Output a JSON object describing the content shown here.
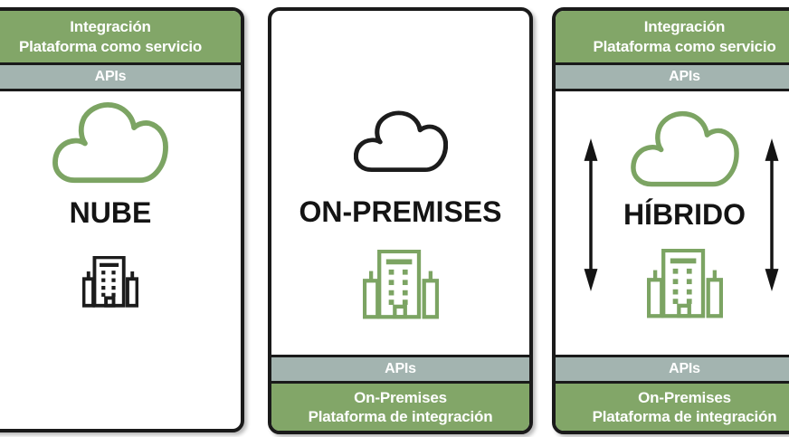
{
  "labels": {
    "integration_header": {
      "line1": "Integración",
      "line2": "Plataforma como servicio"
    },
    "apis": "APIs",
    "on_premises_footer": {
      "line1": "On-Premises",
      "line2": "Plataforma de integración"
    }
  },
  "cards": [
    {
      "id": "nube",
      "title": "NUBE"
    },
    {
      "id": "on_premises",
      "title": "ON-PREMISES"
    },
    {
      "id": "hibrido",
      "title": "HÍBRIDO"
    }
  ],
  "icons": {
    "cloud": "cloud-icon",
    "building": "office-building-icon",
    "double_arrow": "vertical-double-arrow-icon"
  },
  "colors": {
    "header_green": "#82a668",
    "apis_gray": "#a3b4b0",
    "border_black": "#1a1a1a",
    "icon_green": "#7ca463",
    "icon_black": "#1c1c1c",
    "text_white": "#ffffff",
    "title_black": "#141414"
  }
}
